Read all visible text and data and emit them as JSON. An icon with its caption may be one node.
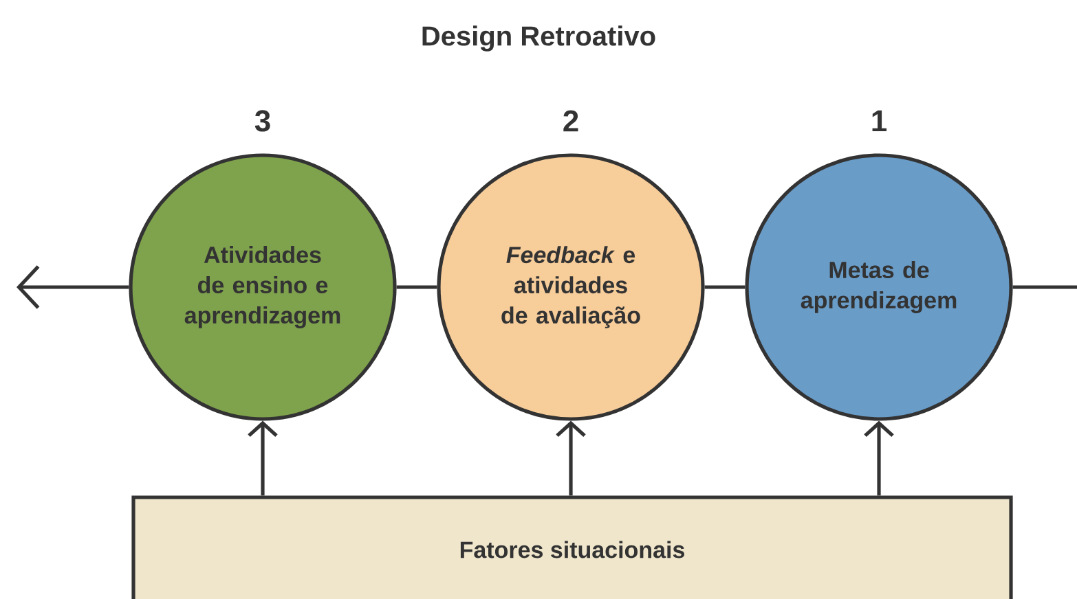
{
  "diagram": {
    "title": "Design Retroativo",
    "nodes": [
      {
        "text": [
          "Atividades de ensino e aprendizagem"
        ],
        "beside": [
          "3"
        ]
      },
      {
        "text": [
          "*Feedback* e atividades de avaliação"
        ],
        "beside": [
          "2"
        ]
      },
      {
        "text": [
          "Metas de aprendizagem"
        ],
        "beside": [
          "1"
        ]
      },
      {
        "text": [
          "Fatores situacionais"
        ]
      }
    ],
    "edges": [
      {
        "from": 2,
        "to": 1,
        "arrow": "none"
      },
      {
        "from": 1,
        "to": 0,
        "arrow": "none"
      },
      {
        "from": 0,
        "to": null,
        "arrow": "to"
      },
      {
        "from": null,
        "to": 2,
        "arrow": "none"
      },
      {
        "from": 3,
        "to": 0,
        "arrow": "to"
      },
      {
        "from": 3,
        "to": 1,
        "arrow": "to"
      },
      {
        "from": 3,
        "to": 2,
        "arrow": "to"
      }
    ]
  }
}
